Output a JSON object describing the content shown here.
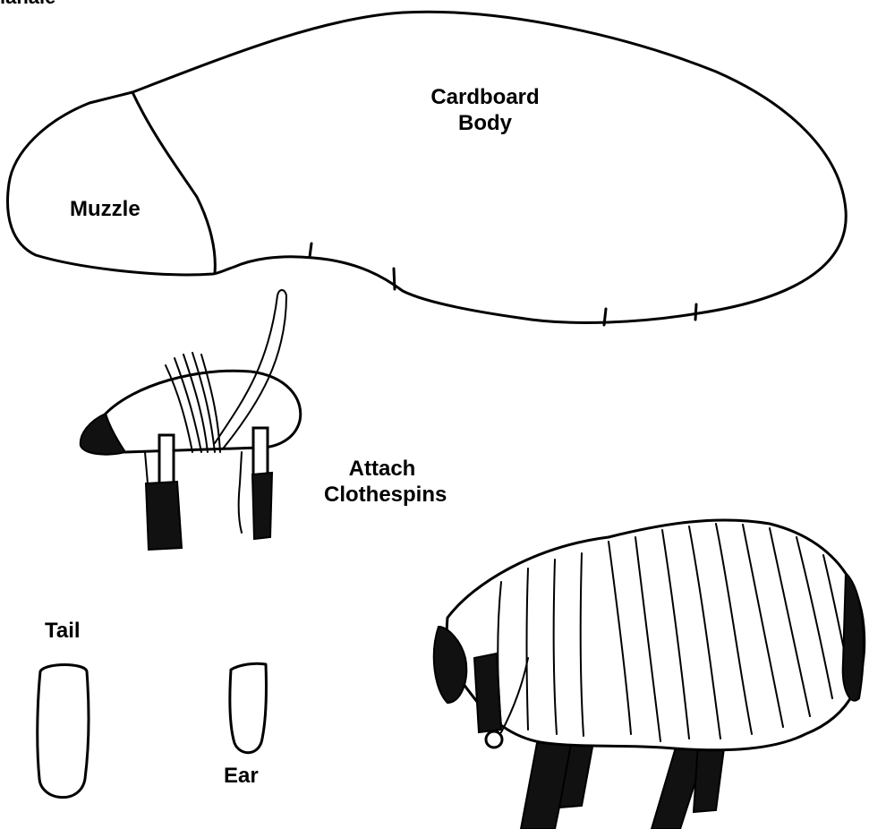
{
  "labels": {
    "top_cut": "lanale",
    "cardboard_body": "Cardboard\nBody",
    "muzzle": "Muzzle",
    "attach_clothespins": "Attach\nClothespins",
    "tail": "Tail",
    "ear": "Ear"
  }
}
